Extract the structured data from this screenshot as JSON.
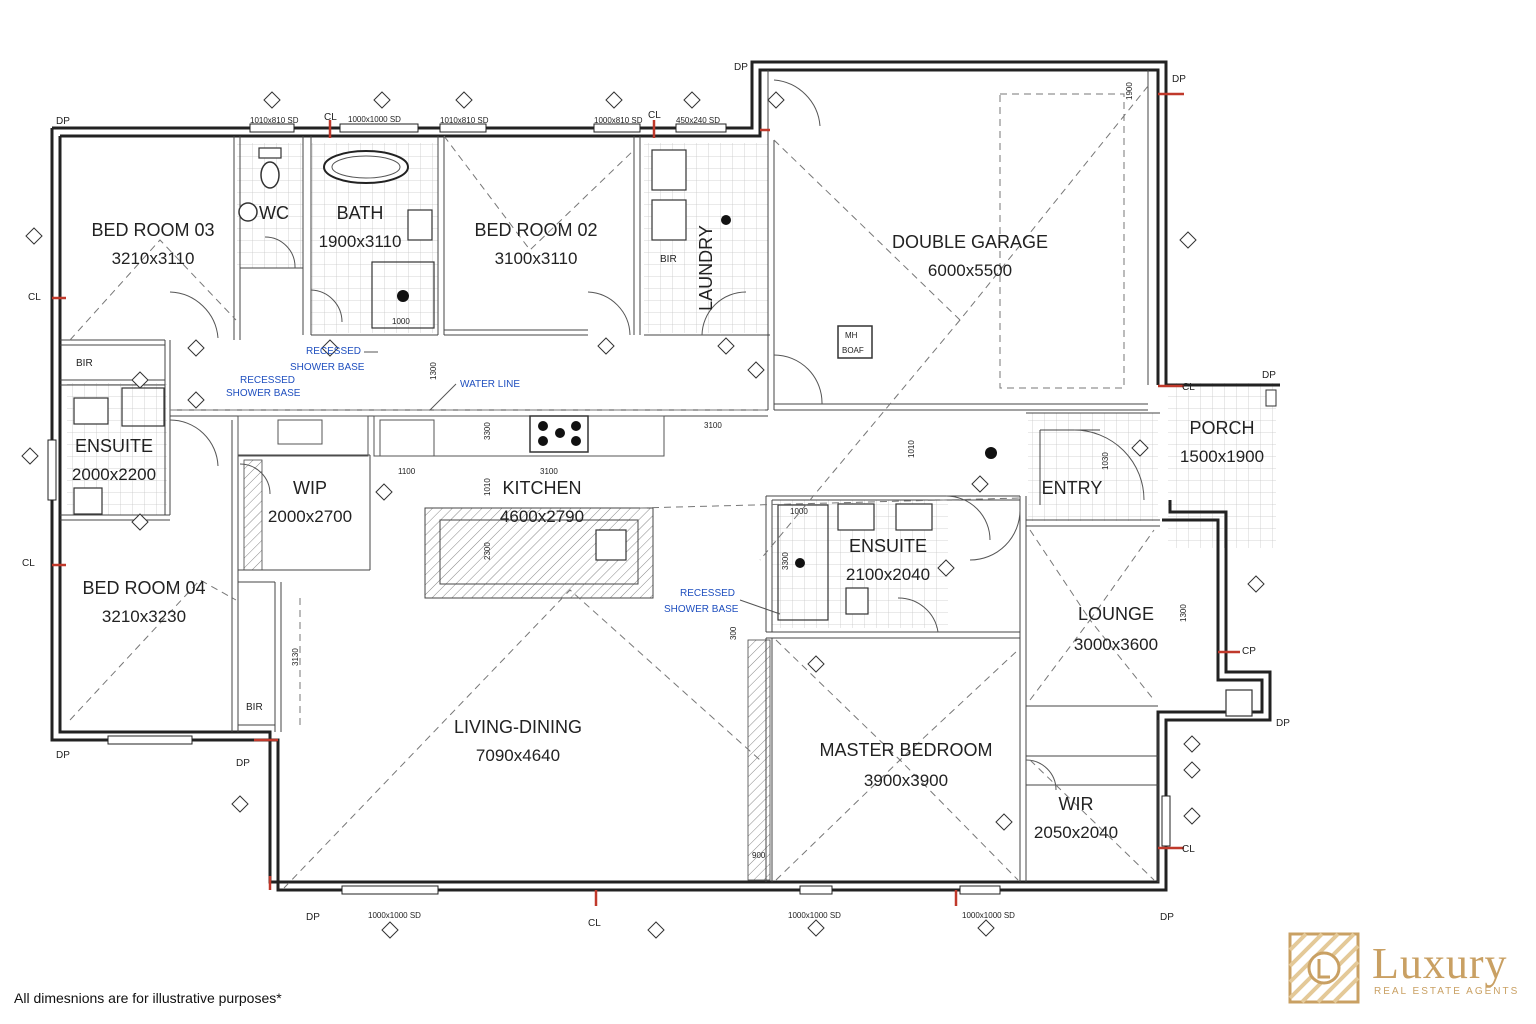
{
  "rooms": {
    "bed3": {
      "name": "BED ROOM 03",
      "dim": "3210x3110"
    },
    "wc": {
      "name": "WC"
    },
    "bath": {
      "name": "BATH",
      "dim": "1900x3110"
    },
    "bed2": {
      "name": "BED ROOM 02",
      "dim": "3100x3110"
    },
    "laundry": {
      "name": "LAUNDRY"
    },
    "garage": {
      "name": "DOUBLE GARAGE",
      "dim": "6000x5500"
    },
    "ensuite1": {
      "name": "ENSUITE",
      "dim": "2000x2200"
    },
    "wip": {
      "name": "WIP",
      "dim": "2000x2700"
    },
    "kitchen": {
      "name": "KITCHEN",
      "dim": "4600x2790"
    },
    "ensuite2": {
      "name": "ENSUITE",
      "dim": "2100x2040"
    },
    "entry": {
      "name": "ENTRY"
    },
    "porch": {
      "name": "PORCH",
      "dim": "1500x1900"
    },
    "bed4": {
      "name": "BED ROOM 04",
      "dim": "3210x3230"
    },
    "lounge": {
      "name": "LOUNGE",
      "dim": "3000x3600"
    },
    "living": {
      "name": "LIVING-DINING",
      "dim": "7090x4640"
    },
    "master": {
      "name": "MASTER BEDROOM",
      "dim": "3900x3900"
    },
    "wir": {
      "name": "WIR",
      "dim": "2050x2040"
    }
  },
  "labels": {
    "bir": "BIR",
    "mh": "MH",
    "boaf": "BOAF",
    "dp": "DP",
    "cl": "CL",
    "cp": "CP",
    "recessed": "RECESSED",
    "shower_base": "SHOWER BASE",
    "water_line": "WATER LINE"
  },
  "windows": {
    "w1010x810": "1010x810 SD",
    "w1000x1000": "1000x1000 SD",
    "w1000x810": "1000x810 SD",
    "w450x240": "450x240 SD",
    "w1000x1000b": "1000x1000 SD",
    "w1000x1000c": "1000x1000 SD",
    "w1000x1000d": "1000x1000 SD"
  },
  "dims": {
    "d1000": "1000",
    "d1300": "1300",
    "d3100": "3100",
    "d3300": "3300",
    "d1100": "1100",
    "d3100b": "3100",
    "d1010": "1010",
    "d2300": "2300",
    "d3130": "3130",
    "d300": "300",
    "d900": "900",
    "d1030": "1030",
    "d1010b": "1010",
    "d1300b": "1300",
    "d3300b": "3300",
    "d1000b": "1000",
    "d900b": "1900"
  },
  "footer": "All dimesnions are for illustrative purposes*",
  "brand": {
    "name": "Luxury",
    "tagline": "REAL ESTATE AGENTS",
    "color": "#c9a063"
  }
}
